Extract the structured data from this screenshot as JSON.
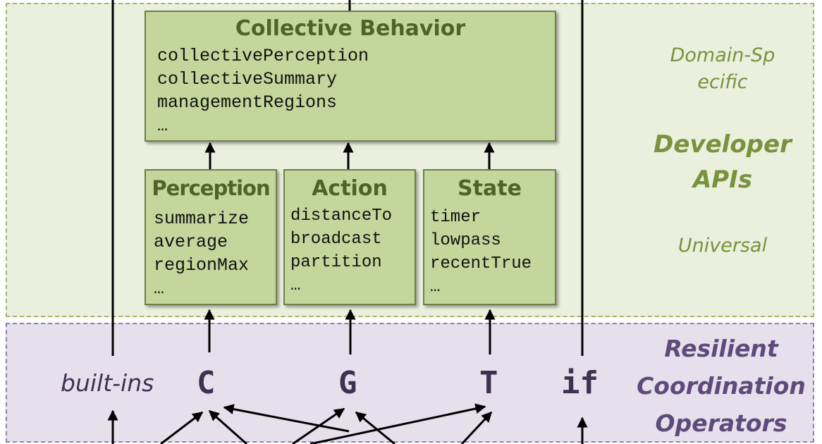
{
  "layers": {
    "developer_apis": {
      "title": "Developer APIs",
      "upper_tier": "Domain-Specific",
      "lower_tier": "Universal"
    },
    "operators": {
      "title": "Resilient Coordination Operators"
    }
  },
  "collective_behavior": {
    "title": "Collective Behavior",
    "items": [
      "collectivePerception",
      "collectiveSummary",
      "managementRegions",
      "…"
    ]
  },
  "perception": {
    "title": "Perception",
    "items": [
      "summarize",
      "average",
      "regionMax",
      "…"
    ]
  },
  "action": {
    "title": "Action",
    "items": [
      "distanceTo",
      "broadcast",
      "partition",
      "…"
    ]
  },
  "state": {
    "title": "State",
    "items": [
      "timer",
      "lowpass",
      "recentTrue",
      "…"
    ]
  },
  "builtins_label": "built-ins",
  "operators": [
    "C",
    "G",
    "T",
    "if"
  ],
  "colors": {
    "green_layer": "#ebefdd",
    "green_box": "#c3d69b",
    "green_text": "#4f6228",
    "green_label": "#77933c",
    "purple_layer": "#e5e0ec",
    "purple_text": "#3f3151",
    "purple_border": "#8f82ae"
  }
}
